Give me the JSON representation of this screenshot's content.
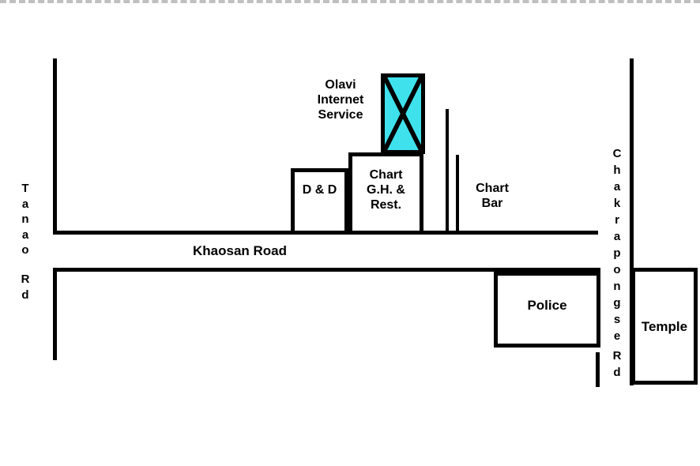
{
  "colors": {
    "building_fill": "#3FE2EC",
    "line": "#000000",
    "background": "#FFFFFF"
  },
  "roads": {
    "tanao_vertical": "T\na\nn\na\no",
    "tanao_rd": "R\nd",
    "khaosan": "Khaosan Road",
    "chakrapongse_vertical": "C\nh\na\nk\nr\na\np\no\nn\ng\ns\ne",
    "chakrapongse_rd": "R\nd"
  },
  "buildings": {
    "olavi": "Olavi\nInternet\nService",
    "dd": "D & D",
    "chart_gh": "Chart\nG.H. &\nRest.",
    "chart_bar": "Chart\nBar",
    "police": "Police",
    "temple": "Temple"
  }
}
